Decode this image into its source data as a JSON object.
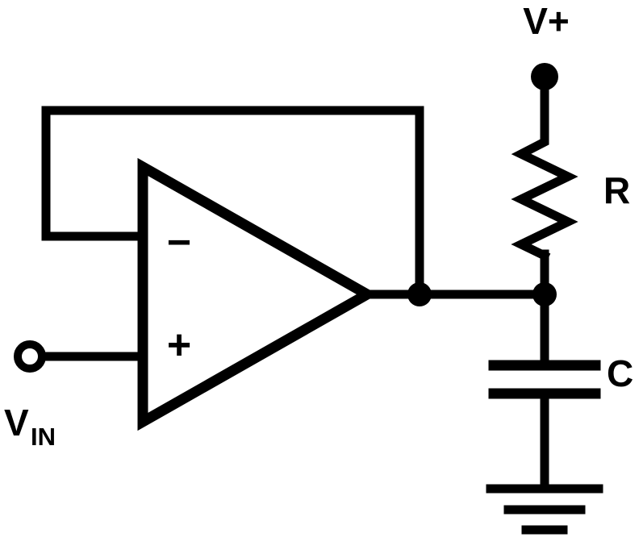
{
  "diagram": {
    "type": "circuit-schematic",
    "labels": {
      "supply": "V+",
      "resistor": "R",
      "capacitor": "C",
      "input_v": "V",
      "input_sub": "IN",
      "inverting_input": "−",
      "noninverting_input": "+"
    },
    "colors": {
      "stroke": "#000000",
      "background": "#ffffff"
    }
  }
}
